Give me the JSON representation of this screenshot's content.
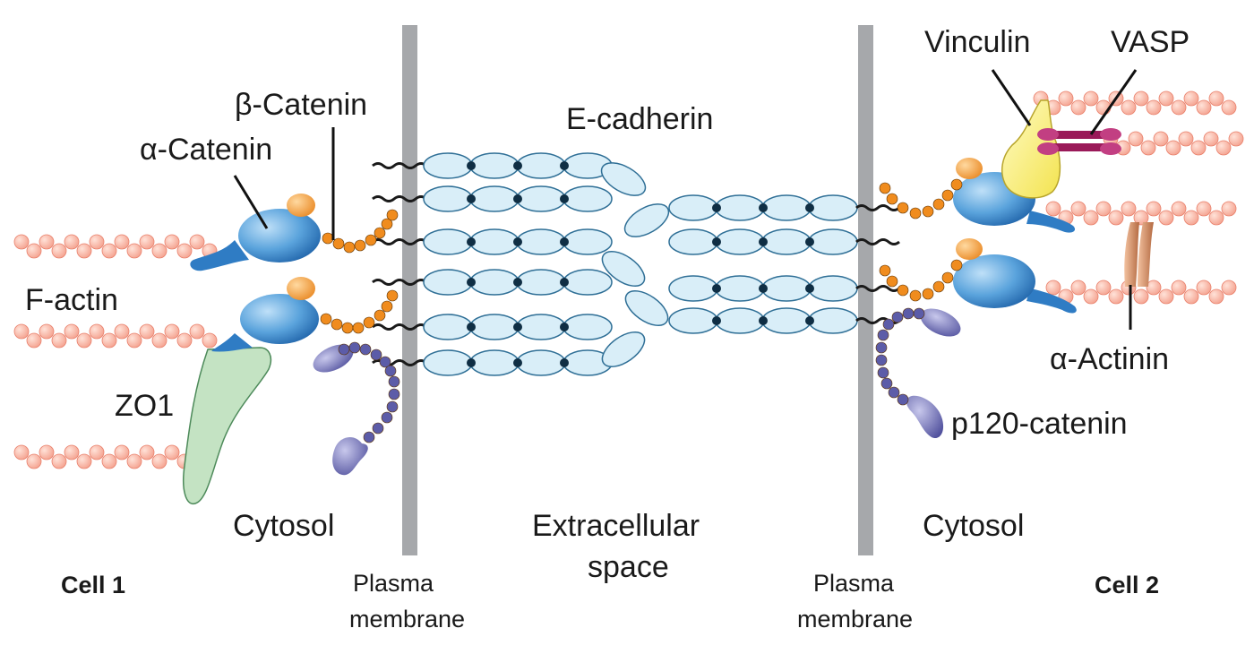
{
  "labels": {
    "beta_catenin": "β-Catenin",
    "alpha_catenin": "α-Catenin",
    "e_cadherin": "E-cadherin",
    "vinculin": "Vinculin",
    "vasp": "VASP",
    "f_actin": "F-actin",
    "zo1": "ZO1",
    "alpha_actinin": "α-Actinin",
    "p120": "p120-catenin",
    "cytosol_left": "Cytosol",
    "cytosol_right": "Cytosol",
    "extracellular_line1": "Extracellular",
    "extracellular_line2": "space",
    "plasma_left_line1": "Plasma",
    "plasma_left_line2": "membrane",
    "plasma_right_line1": "Plasma",
    "plasma_right_line2": "membrane",
    "cell1": "Cell 1",
    "cell2": "Cell 2"
  },
  "colors": {
    "membrane": "#a6a8ab",
    "actin": "#f7a593",
    "cadherin_fill": "#d9eef8",
    "cadherin_stroke": "#2f6f96",
    "catenin_blue": "#2f7cc4",
    "beta_orange": "#f08c1e",
    "p120_purple": "#5c5ca8",
    "vinculin_yellow": "#fbef6f",
    "vasp_magenta": "#9a1a59",
    "actinin_brown": "#c97d54",
    "zo1_green": "#c4e3c3"
  }
}
